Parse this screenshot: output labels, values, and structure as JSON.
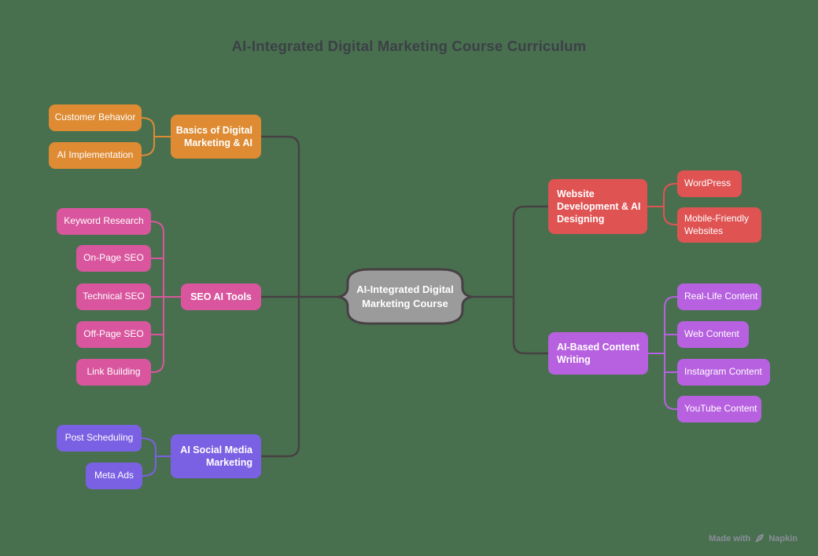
{
  "title": "AI-Integrated Digital Marketing Course Curriculum",
  "center_label": "AI-Integrated Digital\nMarketing Course",
  "branches": {
    "basics": {
      "label": "Basics of Digital\nMarketing & AI",
      "children": [
        "Customer Behavior",
        "AI Implementation"
      ]
    },
    "seo": {
      "label": "SEO AI Tools",
      "children": [
        "Keyword Research",
        "On-Page SEO",
        "Technical SEO",
        "Off-Page SEO",
        "Link Building"
      ]
    },
    "social": {
      "label": "AI Social Media\nMarketing",
      "children": [
        "Post Scheduling",
        "Meta Ads"
      ]
    },
    "website": {
      "label": "Website\nDevelopment & AI\nDesigning",
      "children": [
        "WordPress",
        "Mobile-Friendly\nWebsites"
      ]
    },
    "content": {
      "label": "AI-Based Content\nWriting",
      "children": [
        "Real-Life Content",
        "Web Content",
        "Instagram Content",
        "YouTube Content"
      ]
    }
  },
  "watermark": {
    "made_with": "Made with",
    "brand": "Napkin"
  },
  "palette": {
    "background": "#48704F",
    "orange": "#DE8B33",
    "pink": "#D9569F",
    "purple-left": "#7A60E3",
    "red": "#DF5353",
    "purple-right": "#B761E0",
    "gray": "#9B9B9B",
    "line": "#474143",
    "title-color": "#3C4146",
    "watermark-color": "#8A8D99",
    "node-text": "#FFFFFF"
  }
}
